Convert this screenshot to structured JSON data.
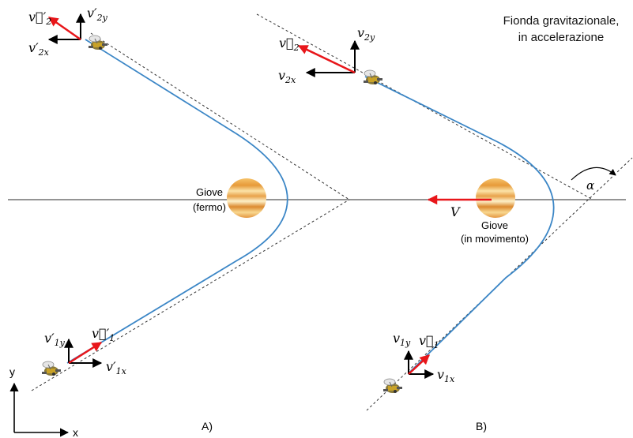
{
  "title": {
    "line1": "Fionda gravitazionale,",
    "line2": "in accelerazione"
  },
  "axes": {
    "x_label": "x",
    "y_label": "y"
  },
  "panel_a": {
    "label": "A)",
    "planet_name": "Giove",
    "planet_state": "(fermo)",
    "v_in": "v⃗′",
    "v_in_sub": "1",
    "v_in_x": "v′",
    "v_in_x_sub": "1x",
    "v_in_y": "v′",
    "v_in_y_sub": "1y",
    "v_out": "v⃗′",
    "v_out_sub": "2",
    "v_out_x": "v′",
    "v_out_x_sub": "2x",
    "v_out_y": "v′",
    "v_out_y_sub": "2y"
  },
  "panel_b": {
    "label": "B)",
    "planet_name": "Giove",
    "planet_state": "(in movimento)",
    "planet_velocity": "V",
    "angle": "α",
    "v_in": "v⃗",
    "v_in_sub": "1",
    "v_in_x": "v",
    "v_in_x_sub": "1x",
    "v_in_y": "v",
    "v_in_y_sub": "1y",
    "v_out": "v⃗",
    "v_out_sub": "2",
    "v_out_x": "v",
    "v_out_x_sub": "2x",
    "v_out_y": "v",
    "v_out_y_sub": "2y"
  },
  "colors": {
    "trajectory": "#3b86c6",
    "velocity_vector": "#e8161a",
    "component_vector": "#000000",
    "asymptote": "#333333",
    "planet_light": "#f7d58a",
    "planet_dark": "#d9902e"
  },
  "icons": [
    "spacecraft-icon",
    "jupiter-icon"
  ]
}
